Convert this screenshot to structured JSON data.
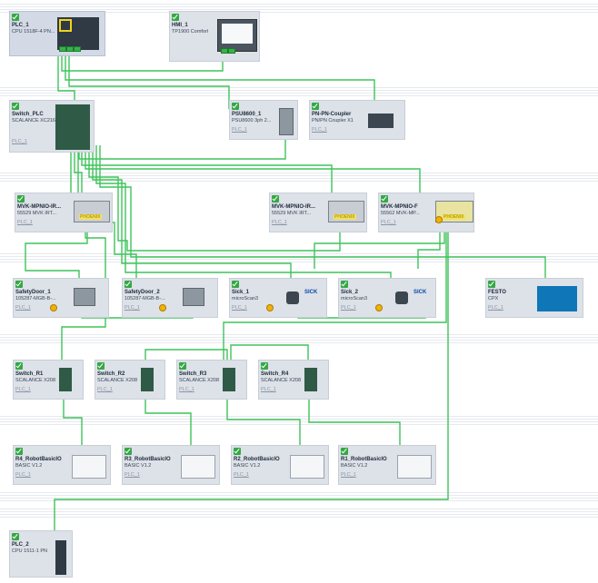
{
  "devices": [
    {
      "id": "plc1",
      "name": "PLC_1",
      "type": "CPU 1518F-4 PN...",
      "net": ""
    },
    {
      "id": "hmi1",
      "name": "HMI_1",
      "type": "TP1900 Comfort",
      "net": ""
    },
    {
      "id": "swplc",
      "name": "Switch_PLC",
      "type": "SCALANCE XC216",
      "net": "PLC_1"
    },
    {
      "id": "psu",
      "name": "PSU8600_1",
      "type": "PSU8600 3ph 2...",
      "net": "PLC_1"
    },
    {
      "id": "pnc",
      "name": "PN-PN-Coupler",
      "type": "PN/PN Coupler X1",
      "net": "PLC_1"
    },
    {
      "id": "mvk1",
      "name": "MVK-MPNIO-IR...",
      "type": "55529 MVK IRT...",
      "net": "PLC_1"
    },
    {
      "id": "mvk2",
      "name": "MVK-MPNIO-IR...",
      "type": "55529 MVK IRT...",
      "net": "PLC_1"
    },
    {
      "id": "mvk3",
      "name": "MVK-MPNIO-F",
      "type": "55562 MVK-MP...",
      "net": "PLC_1"
    },
    {
      "id": "sd1",
      "name": "SafetyDoor_1",
      "type": "105287-MGB-B-...",
      "net": "PLC_1"
    },
    {
      "id": "sd2",
      "name": "SafetyDoor_2",
      "type": "105287-MGB-B-...",
      "net": "PLC_1"
    },
    {
      "id": "sick1",
      "name": "Sick_1",
      "type": "microScan3",
      "net": "PLC_1"
    },
    {
      "id": "sick2",
      "name": "Sick_2",
      "type": "microScan3",
      "net": "PLC_1"
    },
    {
      "id": "festo",
      "name": "FESTO",
      "type": "CPX",
      "net": "PLC_1"
    },
    {
      "id": "swr1",
      "name": "Switch_R1",
      "type": "SCALANCE X208",
      "net": "PLC_1"
    },
    {
      "id": "swr2",
      "name": "Switch_R2",
      "type": "SCALANCE X208",
      "net": "PLC_1"
    },
    {
      "id": "swr3",
      "name": "Switch_R3",
      "type": "SCALANCE X208",
      "net": "PLC_1"
    },
    {
      "id": "swr4",
      "name": "Switch_R4",
      "type": "SCALANCE X208",
      "net": "PLC_1"
    },
    {
      "id": "rb4",
      "name": "R4_RobotBasicIO",
      "type": "BASIC V1.2",
      "net": "PLC_1"
    },
    {
      "id": "rb3",
      "name": "R3_RobotBasicIO",
      "type": "BASIC V1.2",
      "net": "PLC_1"
    },
    {
      "id": "rb2",
      "name": "R2_RobotBasicIO",
      "type": "BASIC V1.2",
      "net": "PLC_1"
    },
    {
      "id": "rb1",
      "name": "R1_RobotBasicIO",
      "type": "BASIC V1.2",
      "net": "PLC_1"
    },
    {
      "id": "plc2",
      "name": "PLC_2",
      "type": "CPU 1511-1 PN",
      "net": ""
    }
  ],
  "labels": {
    "phoenix": "PHOENIX",
    "sick": "SICK",
    "festo": "FESTO"
  },
  "colors": {
    "wire": "#3fc35a",
    "device_bg": "#dde1e8",
    "check": "#35a845",
    "port": "#36b34a"
  }
}
